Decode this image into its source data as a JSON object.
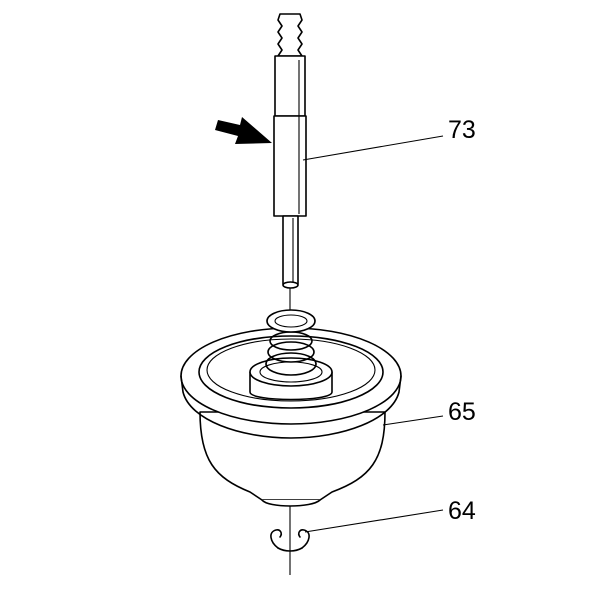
{
  "diagram": {
    "callouts": [
      {
        "id": "valve-rod",
        "label": "73"
      },
      {
        "id": "housing",
        "label": "65"
      },
      {
        "id": "retaining-clip",
        "label": "64"
      }
    ],
    "arrow_icon": "arrow-right-down-icon"
  }
}
